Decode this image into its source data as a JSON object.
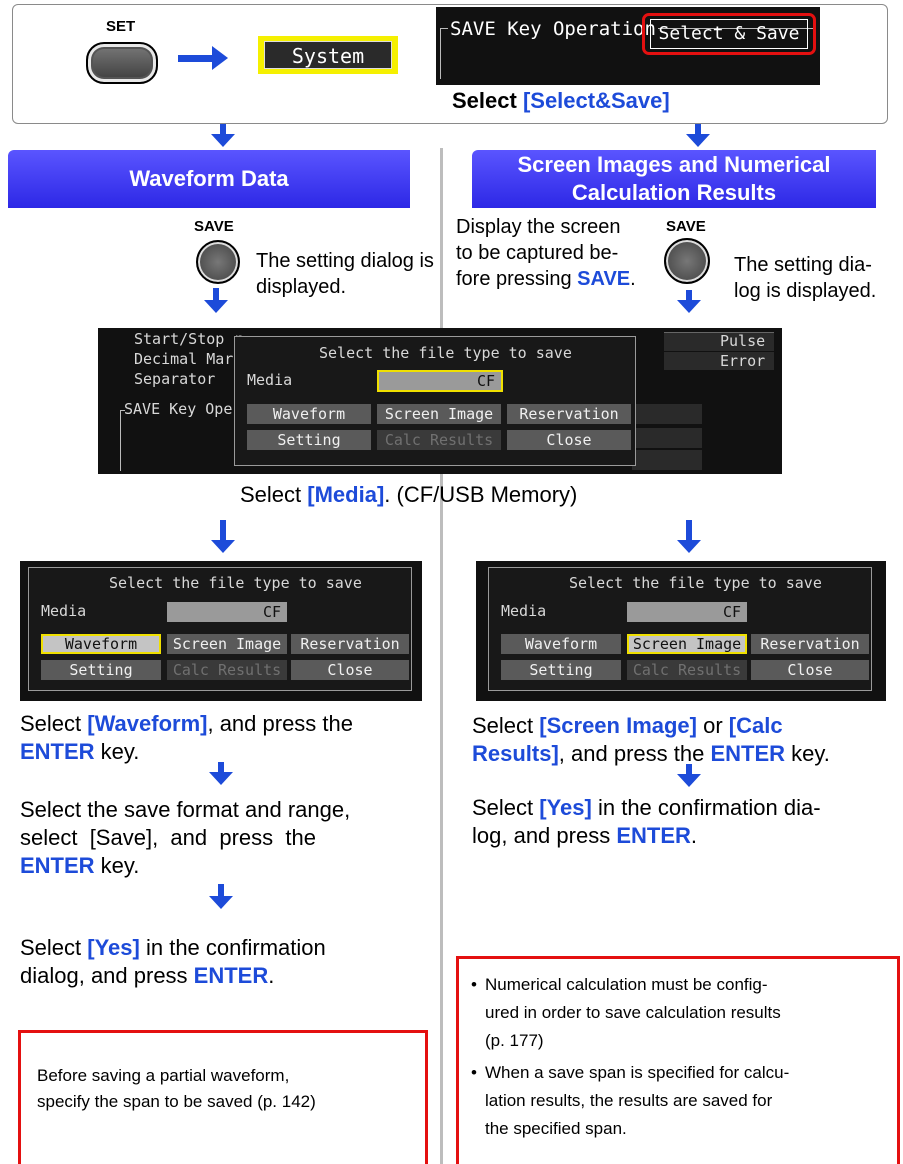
{
  "top": {
    "set_key": "SET",
    "system_button": "System",
    "save_op_label": "SAVE Key Operation",
    "save_op_value": "Select & Save",
    "instruction_prefix": "Select ",
    "instruction_bold": "[Select&Save]"
  },
  "left_banner": "Waveform Data",
  "right_banner": "Screen Images and Numerical Calculation Results",
  "left_save": {
    "key_label": "SAVE",
    "desc": "The setting dialog is displayed."
  },
  "right_save": {
    "pre_1": "Display the screen",
    "pre_2": "to be captured be-",
    "pre_3_a": "fore pressing ",
    "pre_3_b": "SAVE",
    "pre_3_c": ".",
    "key_label": "SAVE",
    "desc_1": "The setting dia-",
    "desc_2": "log is displayed."
  },
  "dialog": {
    "title": "Select the file type to save",
    "media_label": "Media",
    "media_value": "CF",
    "buttons": [
      "Waveform",
      "Screen Image",
      "Reservation",
      "Setting",
      "Calc Results",
      "Close"
    ],
    "background_rows": [
      "Start/Stop r",
      "Decimal Mark",
      "Separator",
      "SAVE Key Ope"
    ],
    "background_right": [
      "Pulse",
      "Error"
    ]
  },
  "media_caption": {
    "a": "Select ",
    "b": "[Media]",
    "c": ". (CF/USB Memory)"
  },
  "left_steps": {
    "s1_a": "Select ",
    "s1_b": "[Waveform]",
    "s1_c": ", and press the",
    "s1_d": "ENTER",
    "s1_e": " key.",
    "s2_l1": "Select the save format and range,",
    "s2_l2": "select  [Save],  and  press  the",
    "s2_d": "ENTER",
    "s2_e": " key.",
    "s3_a": "Select ",
    "s3_b": "[Yes]",
    "s3_c": " in the confirmation",
    "s3_l2": "dialog, and press ",
    "s3_d": "ENTER",
    "s3_e": "."
  },
  "right_steps": {
    "s1_a": "Select ",
    "s1_b": "[Screen Image]",
    "s1_c": " or ",
    "s1_d": "[Calc",
    "s1_e": "Results]",
    "s1_f": ", and press the ",
    "s1_g": "ENTER",
    "s1_h": " key.",
    "s2_a": "Select ",
    "s2_b": "[Yes]",
    "s2_c": " in the confirmation dia-",
    "s2_l2": "log, and press ",
    "s2_d": "ENTER",
    "s2_e": "."
  },
  "left_note": {
    "l1": "Before saving a partial waveform,",
    "l2": "specify the span to be saved (p. 142)"
  },
  "right_note": {
    "b1_l1": "Numerical calculation must be config-",
    "b1_l2": "ured in order to save calculation results",
    "b1_l3": "(p. 177)",
    "b2_l1": "When a save span is specified for calcu-",
    "b2_l2": "lation results, the results are saved for",
    "b2_l3": "the specified span."
  },
  "colors": {
    "accent": "#1d4bd9",
    "banner": "#3a35f0",
    "note_border": "#e41010",
    "highlight": "#f5f000"
  }
}
